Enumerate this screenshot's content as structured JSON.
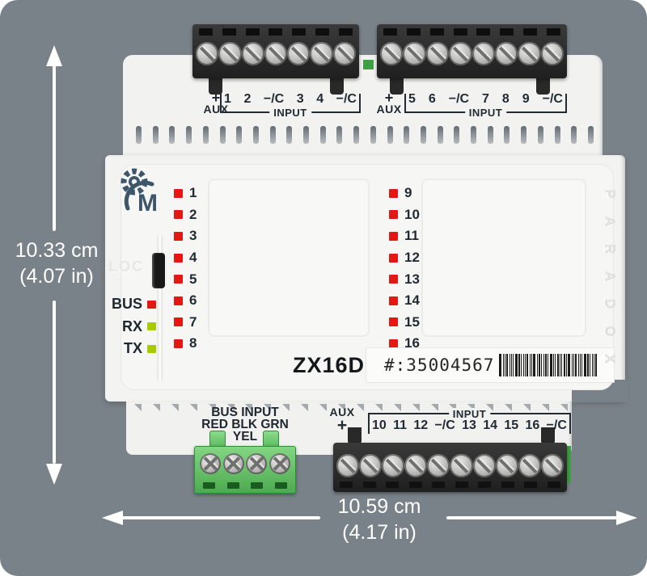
{
  "background_color": "#7a8289",
  "dimensions": {
    "height_label_cm": "10.33 cm",
    "height_label_in": "(4.07 in)",
    "width_label_cm": "10.59 cm",
    "width_label_in": "(4.17 in)"
  },
  "device": {
    "model": "ZX16D",
    "serial_number": "#:35004567",
    "brand_letters": [
      "P",
      "A",
      "R",
      "A",
      "D",
      "O",
      "X"
    ],
    "loc_label": "LOC"
  },
  "status_leds": [
    {
      "label": "BUS",
      "color": "#e41713"
    },
    {
      "label": "RX",
      "color": "#a8cb00"
    },
    {
      "label": "TX",
      "color": "#a8cb00"
    }
  ],
  "zone_leds_left": [
    "1",
    "2",
    "3",
    "4",
    "5",
    "6",
    "7",
    "8"
  ],
  "zone_leds_right": [
    "9",
    "10",
    "11",
    "12",
    "13",
    "14",
    "15",
    "16"
  ],
  "top_left_terminal": {
    "aux_plus": "+",
    "aux_label": "AUX",
    "pin_labels": [
      "1",
      "2",
      "−/C",
      "3",
      "4",
      "−/C"
    ],
    "group_label": "INPUT",
    "screws": 7,
    "wire_slots": 7
  },
  "top_right_terminal": {
    "aux_plus": "+",
    "aux_label": "AUX",
    "pin_labels": [
      "5",
      "6",
      "−/C",
      "7",
      "8",
      "9",
      "−/C"
    ],
    "group_label": "INPUT",
    "screws": 8,
    "wire_slots": 8
  },
  "bottom_bus_terminal": {
    "title": "BUS INPUT",
    "wire_labels": "RED BLK GRN YEL",
    "screws": 4,
    "wire_holes": 4
  },
  "bottom_input_terminal": {
    "aux_label": "AUX",
    "aux_plus": "+",
    "group_label": "INPUT",
    "pin_labels": [
      "10",
      "11",
      "12",
      "−/C",
      "13",
      "14",
      "15",
      "16",
      "−/C"
    ],
    "screws": 10,
    "wire_holes": 10
  },
  "colors": {
    "led_red": "#e41713",
    "led_green": "#a8cb00",
    "logo_blue": "#3d566b",
    "label_text": "#222b33",
    "connector_green": "#56bb59",
    "terminal_black": "#262626",
    "dimension_text": "#ffffff"
  }
}
